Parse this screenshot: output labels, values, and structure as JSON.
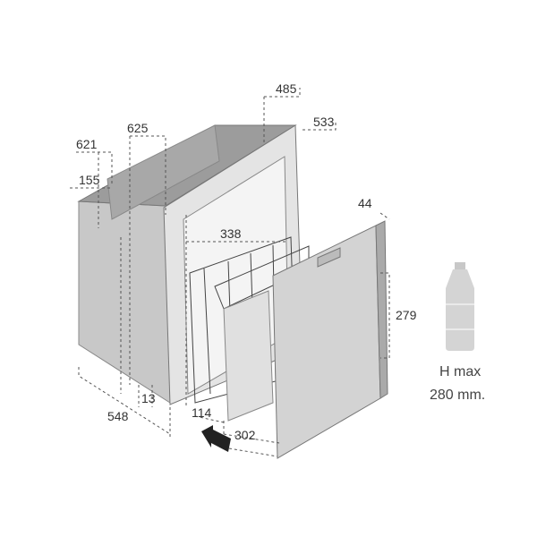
{
  "dimensions": {
    "width_top": "485",
    "frame_width": "533",
    "depth_625": "625",
    "depth_621": "621",
    "offset_155": "155",
    "inner_width": "338",
    "door_thickness": "44",
    "drawer_height": "279",
    "flange": "13",
    "depth_548": "548",
    "drawer_offset": "114",
    "drawer_depth": "302"
  },
  "bottle_note": {
    "line1": "H max",
    "line2": "280 mm."
  },
  "colors": {
    "body": "#c9c9c9",
    "top": "#9a9a9a",
    "frame": "#e3e3e3",
    "door": "#d2d2d2",
    "bottle": "#d4d4d4",
    "arrow": "#222222"
  }
}
